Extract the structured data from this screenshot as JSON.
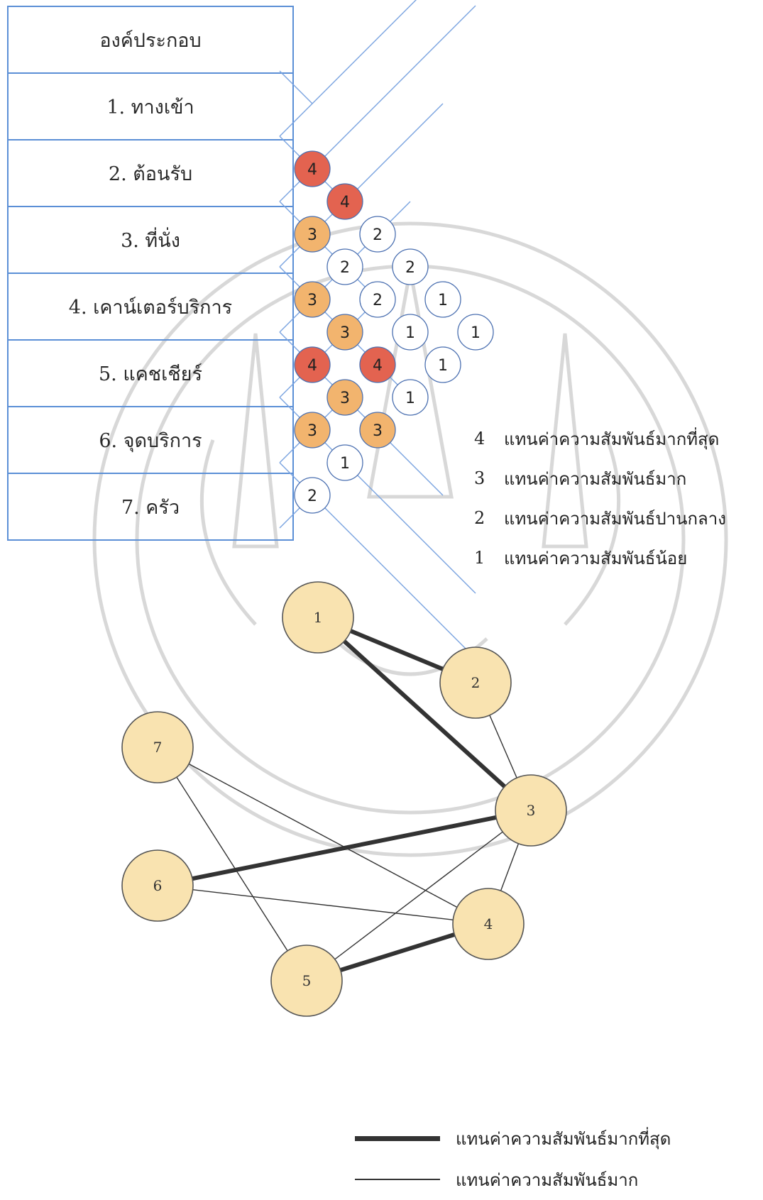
{
  "table": {
    "header": "องค์ประกอบ",
    "rows": [
      "1. ทางเข้า",
      "2. ต้อนรับ",
      "3. ที่นั่ง",
      "4. เคาน์เตอร์บริการ",
      "5. แคชเชียร์",
      "6. จุดบริการ",
      "7. ครัว"
    ]
  },
  "matrix": {
    "pairs": [
      {
        "a": 1,
        "b": 2,
        "value": 4
      },
      {
        "a": 1,
        "b": 3,
        "value": 4
      },
      {
        "a": 1,
        "b": 4,
        "value": 2
      },
      {
        "a": 1,
        "b": 5,
        "value": 2
      },
      {
        "a": 1,
        "b": 6,
        "value": 1
      },
      {
        "a": 1,
        "b": 7,
        "value": 1
      },
      {
        "a": 2,
        "b": 3,
        "value": 3
      },
      {
        "a": 2,
        "b": 4,
        "value": 2
      },
      {
        "a": 2,
        "b": 5,
        "value": 2
      },
      {
        "a": 2,
        "b": 6,
        "value": 1
      },
      {
        "a": 2,
        "b": 7,
        "value": 1
      },
      {
        "a": 3,
        "b": 4,
        "value": 3
      },
      {
        "a": 3,
        "b": 5,
        "value": 3
      },
      {
        "a": 3,
        "b": 6,
        "value": 4
      },
      {
        "a": 3,
        "b": 7,
        "value": 1
      },
      {
        "a": 4,
        "b": 5,
        "value": 4
      },
      {
        "a": 4,
        "b": 6,
        "value": 3
      },
      {
        "a": 4,
        "b": 7,
        "value": 3
      },
      {
        "a": 5,
        "b": 6,
        "value": 3
      },
      {
        "a": 5,
        "b": 7,
        "value": 1
      },
      {
        "a": 6,
        "b": 7,
        "value": 2
      }
    ],
    "colors": {
      "4": "#e36350",
      "3": "#f2b46e",
      "2": "#ffffff",
      "1": "#ffffff"
    }
  },
  "legend_values": [
    {
      "num": "4",
      "text": "แทนค่าความสัมพันธ์มากที่สุด"
    },
    {
      "num": "3",
      "text": "แทนค่าความสัมพันธ์มาก"
    },
    {
      "num": "2",
      "text": "แทนค่าความสัมพันธ์ปานกลาง"
    },
    {
      "num": "1",
      "text": "แทนค่าความสัมพันธ์น้อย"
    }
  ],
  "graph": {
    "nodes": [
      {
        "id": "1",
        "label": "1"
      },
      {
        "id": "2",
        "label": "2"
      },
      {
        "id": "3",
        "label": "3"
      },
      {
        "id": "4",
        "label": "4"
      },
      {
        "id": "5",
        "label": "5"
      },
      {
        "id": "6",
        "label": "6"
      },
      {
        "id": "7",
        "label": "7"
      }
    ],
    "edges": [
      {
        "from": "1",
        "to": "2",
        "weight": "strongest"
      },
      {
        "from": "1",
        "to": "3",
        "weight": "strongest"
      },
      {
        "from": "3",
        "to": "6",
        "weight": "strongest"
      },
      {
        "from": "4",
        "to": "5",
        "weight": "strongest"
      },
      {
        "from": "2",
        "to": "3",
        "weight": "strong"
      },
      {
        "from": "3",
        "to": "4",
        "weight": "strong"
      },
      {
        "from": "3",
        "to": "5",
        "weight": "strong"
      },
      {
        "from": "4",
        "to": "6",
        "weight": "strong"
      },
      {
        "from": "4",
        "to": "7",
        "weight": "strong"
      },
      {
        "from": "5",
        "to": "7",
        "weight": "strong"
      }
    ],
    "node_color": "#f9e3b0"
  },
  "legend_lines": [
    {
      "weight": "strongest",
      "text": "แทนค่าความสัมพันธ์มากที่สุด"
    },
    {
      "weight": "strong",
      "text": "แทนค่าความสัมพันธ์มาก"
    }
  ]
}
